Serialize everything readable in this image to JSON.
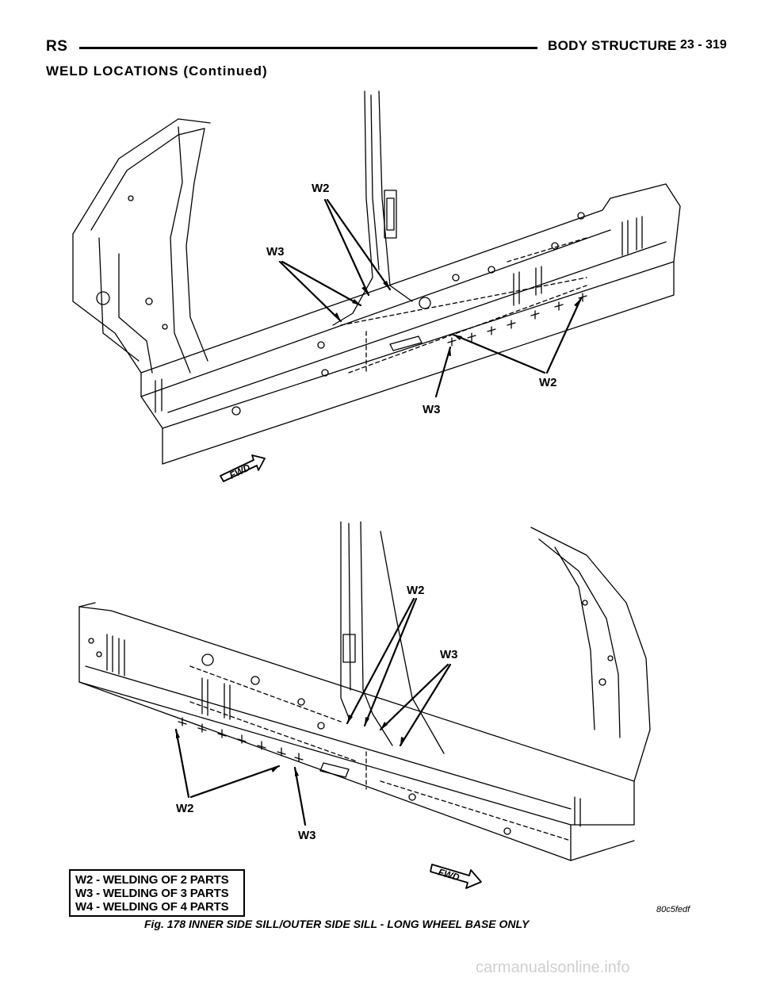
{
  "header": {
    "left": "RS",
    "title": "BODY STRUCTURE",
    "page": "23 - 319"
  },
  "section_title": "WELD LOCATIONS (Continued)",
  "figure": {
    "top_callouts": {
      "w2_upper": "W2",
      "w3_upper": "W3",
      "w2_lower": "W2",
      "w3_lower": "W3",
      "fwd": "FWD"
    },
    "bottom_callouts": {
      "w2_upper": "W2",
      "w3_upper": "W3",
      "w2_lower": "W2",
      "w3_lower": "W3",
      "fwd": "FWD"
    },
    "legend": [
      "W2 - WELDING OF 2 PARTS",
      "W3 - WELDING OF 3 PARTS",
      "W4 - WELDING OF 4 PARTS"
    ],
    "code": "80c5fedf",
    "caption": "Fig. 178 INNER SIDE SILL/OUTER SIDE SILL - LONG WHEEL BASE ONLY"
  },
  "watermark": "carmanualsonline.info"
}
